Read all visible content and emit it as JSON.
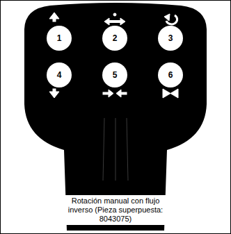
{
  "diagram": {
    "caption": "Rotación manual con flujo inverso (Pieza superpuesta: 8043075)",
    "nodes": [
      {
        "text": [
          "1"
        ]
      },
      {
        "text": [
          "2"
        ]
      },
      {
        "text": [
          "3"
        ]
      },
      {
        "text": [
          "4"
        ]
      },
      {
        "text": [
          "5"
        ]
      },
      {
        "text": [
          "6"
        ]
      }
    ]
  }
}
